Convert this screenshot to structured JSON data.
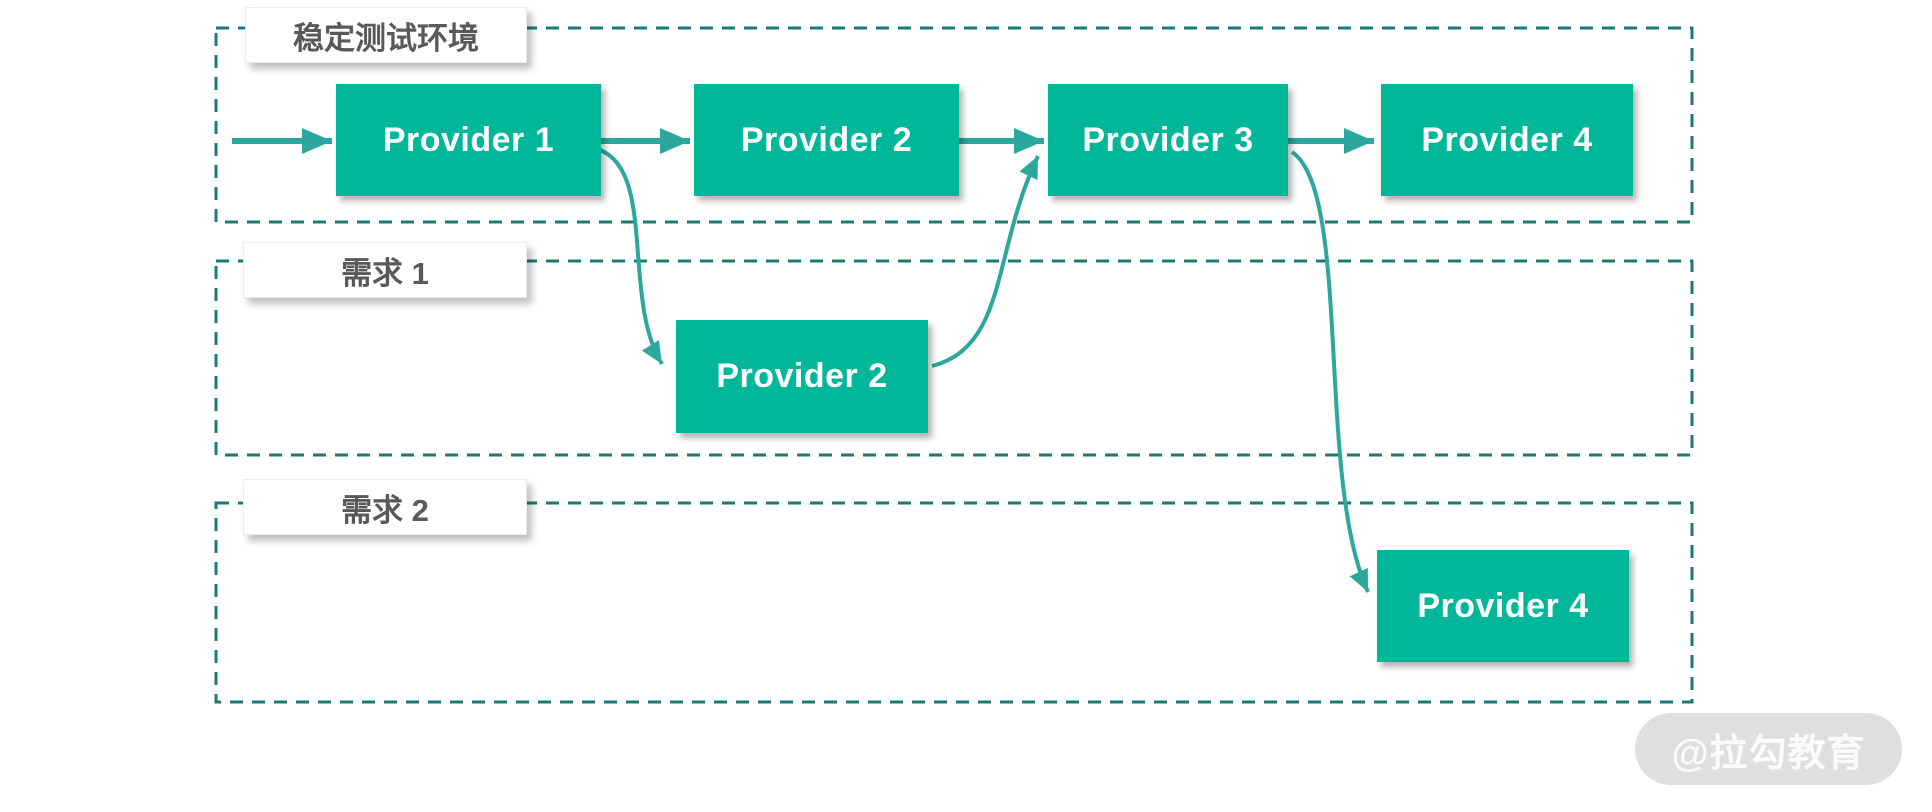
{
  "diagram": {
    "title_hint": "provider-test-environment-flow",
    "regions": [
      {
        "id": "stable",
        "label": "稳定测试环境"
      },
      {
        "id": "req1",
        "label": "需求 1"
      },
      {
        "id": "req2",
        "label": "需求 2"
      }
    ],
    "nodes": {
      "stable_provider1": "Provider 1",
      "stable_provider2": "Provider 2",
      "stable_provider3": "Provider 3",
      "stable_provider4": "Provider 4",
      "req1_provider2": "Provider 2",
      "req2_provider4": "Provider 4"
    },
    "edges": [
      {
        "from": "entry",
        "to": "stable_provider1",
        "style": "straight"
      },
      {
        "from": "stable_provider1",
        "to": "stable_provider2",
        "style": "straight"
      },
      {
        "from": "stable_provider2",
        "to": "stable_provider3",
        "style": "straight"
      },
      {
        "from": "stable_provider3",
        "to": "stable_provider4",
        "style": "straight"
      },
      {
        "from": "stable_provider1",
        "to": "req1_provider2",
        "style": "curved"
      },
      {
        "from": "req1_provider2",
        "to": "stable_provider3",
        "style": "curved"
      },
      {
        "from": "stable_provider3",
        "to": "req2_provider4",
        "style": "curved"
      }
    ]
  },
  "watermark": {
    "text": "@拉勾教育"
  },
  "colors": {
    "node_fill": "#00B79A",
    "node_text": "#FFFFFF",
    "arrow": "#2BA79E",
    "region_border": "#1C7A73",
    "label_text": "#595959",
    "watermark_bg": "#DFDFDF",
    "watermark_text": "#FBFBFB",
    "background": "#FFFFFF"
  }
}
